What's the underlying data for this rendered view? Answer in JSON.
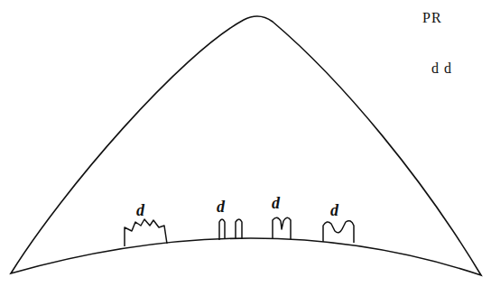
{
  "diagram": {
    "labels": [
      "PR",
      "d d",
      "d",
      "d",
      "d",
      "d"
    ]
  }
}
